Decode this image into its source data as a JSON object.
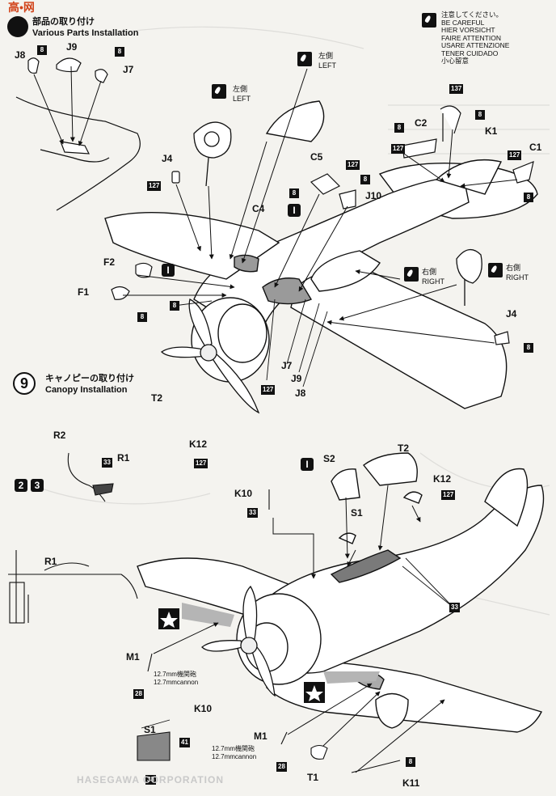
{
  "watermark": "高•网",
  "step8": {
    "title_ja": "部品の取り付け",
    "title_en": "Various Parts Installation"
  },
  "step9": {
    "number": "9",
    "title_ja": "キャノピーの取り付け",
    "title_en": "Canopy Installation"
  },
  "caution": {
    "lines": [
      "注意してください。",
      "BE CAREFUL",
      "HIER VORSICHT",
      "FAIRE ATTENTION",
      "USARE ATTENZIONE",
      "TENER CUIDADO",
      "小心留意"
    ]
  },
  "side_labels": {
    "left_ja": "左側",
    "left_en": "LEFT",
    "right_ja": "右側",
    "right_en": "RIGHT"
  },
  "parts": {
    "j8": "J8",
    "j9": "J9",
    "j7": "J7",
    "j4": "J4",
    "j10": "J10",
    "c1": "C1",
    "c2": "C2",
    "c4": "C4",
    "c5": "C5",
    "k1": "K1",
    "f1": "F1",
    "f2": "F2",
    "t1": "T1",
    "t2": "T2",
    "r1": "R1",
    "r2": "R2",
    "s1": "S1",
    "s2": "S2",
    "k10": "K10",
    "k11": "K11",
    "k12": "K12",
    "m1": "M1"
  },
  "colors": {
    "c8": "8",
    "c28": "28",
    "c33": "33",
    "c41": "41",
    "c127": "127",
    "c137": "137"
  },
  "option_marks": {
    "i": "I",
    "two": "2",
    "three": "3"
  },
  "cannon": {
    "ja": "12.7mm機関砲",
    "en": "12.7mmcannon"
  },
  "footer": "HASEGAWA CORPORATION",
  "icons": [
    "brush-icon",
    "star-insignia-icon",
    "propeller-icon"
  ]
}
